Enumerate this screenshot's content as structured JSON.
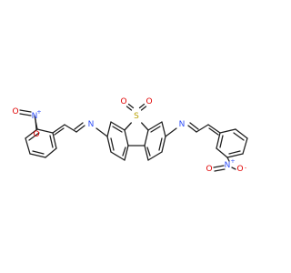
{
  "structure": {
    "atoms": {
      "sulfur": {
        "symbol": "S",
        "color": "#b8a100"
      },
      "sulfonyl_oxygen_left": {
        "symbol": "O",
        "color": "#e00000"
      },
      "sulfonyl_oxygen_right": {
        "symbol": "O",
        "color": "#e00000"
      },
      "imine_nitrogen_left": {
        "symbol": "N",
        "color": "#3050f8"
      },
      "imine_nitrogen_right": {
        "symbol": "N",
        "color": "#3050f8"
      },
      "nitro_nitrogen_left": {
        "symbol": "N",
        "charge": "+",
        "color": "#3050f8"
      },
      "nitro_nitrogen_right": {
        "symbol": "N",
        "charge": "+",
        "color": "#3050f8"
      },
      "nitro_oxygen_left_double": {
        "symbol": "O",
        "color": "#e00000"
      },
      "nitro_oxygen_left_single": {
        "symbol": "O",
        "charge": "-",
        "color": "#e00000"
      },
      "nitro_oxygen_right_double": {
        "symbol": "O",
        "color": "#e00000"
      },
      "nitro_oxygen_right_single": {
        "symbol": "O",
        "charge": "-",
        "color": "#e00000"
      }
    },
    "bond_color": "#1f1f1f"
  }
}
